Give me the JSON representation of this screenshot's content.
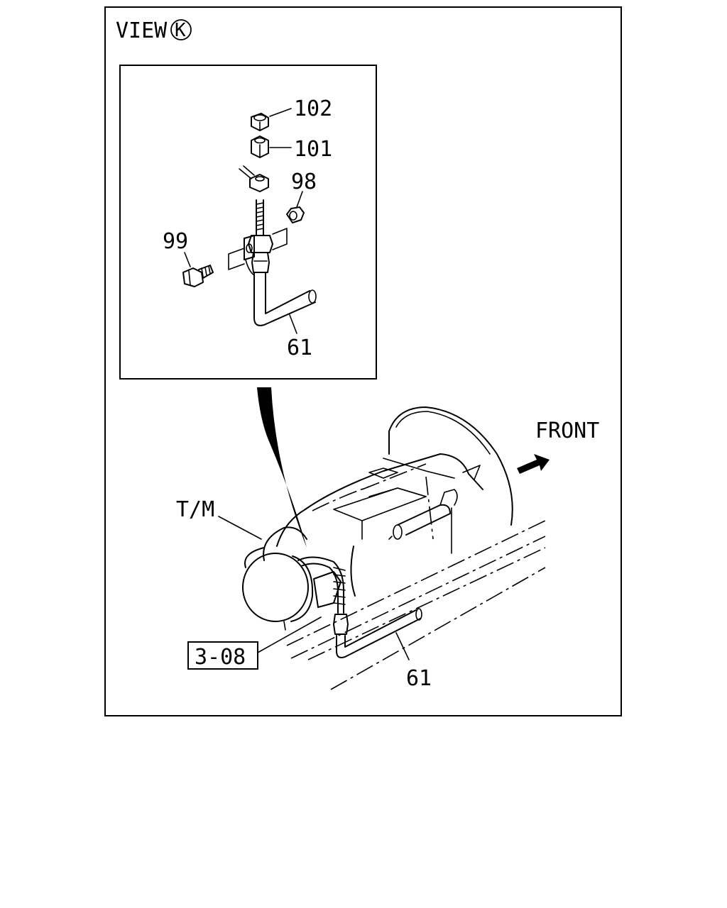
{
  "header": {
    "view_label": "VIEW",
    "view_letter": "K"
  },
  "detail_callouts": {
    "part_102": "102",
    "part_101": "101",
    "part_98": "98",
    "part_99": "99",
    "part_61_detail": "61"
  },
  "main_callouts": {
    "front": "FRONT",
    "tm": "T/M",
    "ref_box": "3-08",
    "part_61_main": "61"
  }
}
